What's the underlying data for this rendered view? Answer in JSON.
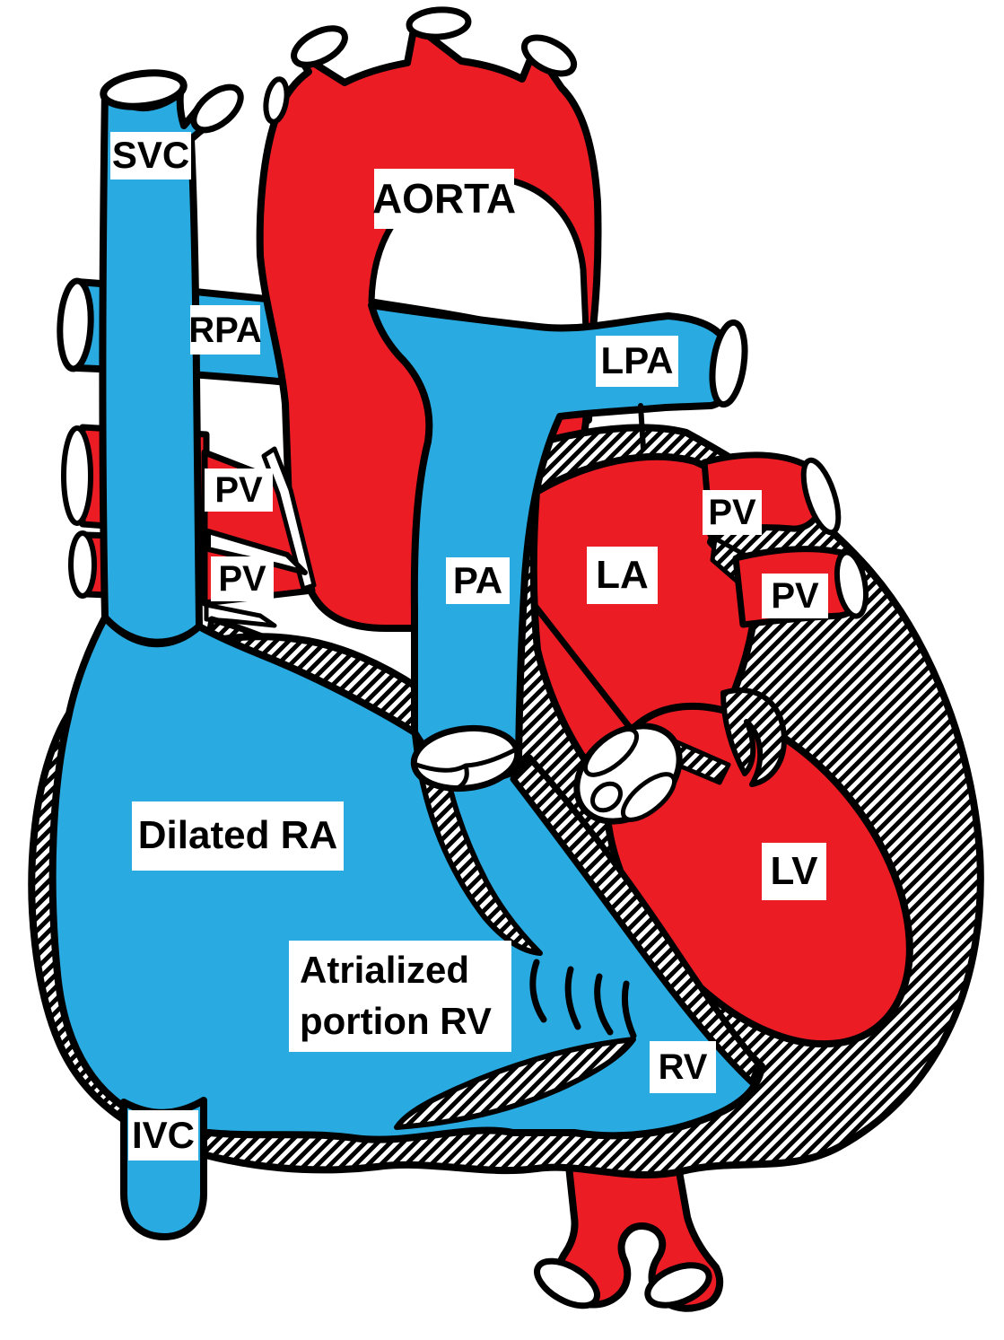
{
  "diagram": {
    "type": "anatomical-heart-diagram",
    "labels": {
      "svc": "SVC",
      "aorta": "AORTA",
      "rpa": "RPA",
      "lpa": "LPA",
      "pv_left_upper": "PV",
      "pv_left_lower": "PV",
      "pa": "PA",
      "la": "LA",
      "pv_right_upper": "PV",
      "pv_right_lower": "PV",
      "dilated_ra": "Dilated RA",
      "atrialized_line1": "Atrialized",
      "atrialized_line2": "portion RV",
      "lv": "LV",
      "rv": "RV",
      "ivc": "IVC"
    },
    "colors": {
      "oxygenated_red": "#EC1C24",
      "deoxygenated_blue": "#29ABE2",
      "outline_black": "#000000",
      "background_white": "#FFFFFF"
    }
  }
}
